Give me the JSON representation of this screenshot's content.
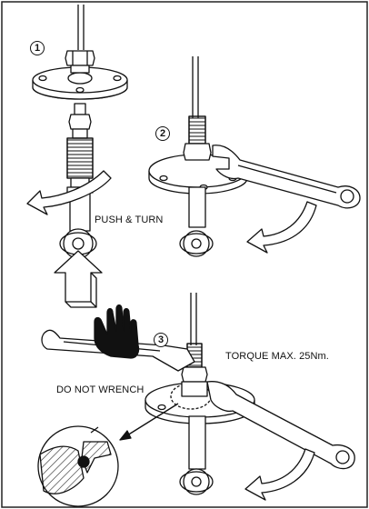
{
  "steps": [
    {
      "number": "1"
    },
    {
      "number": "2"
    },
    {
      "number": "3"
    }
  ],
  "labels": {
    "push_turn": "PUSH & TURN",
    "torque": "TORQUE MAX. 25Nm.",
    "no_wrench": "DO NOT WRENCH"
  }
}
